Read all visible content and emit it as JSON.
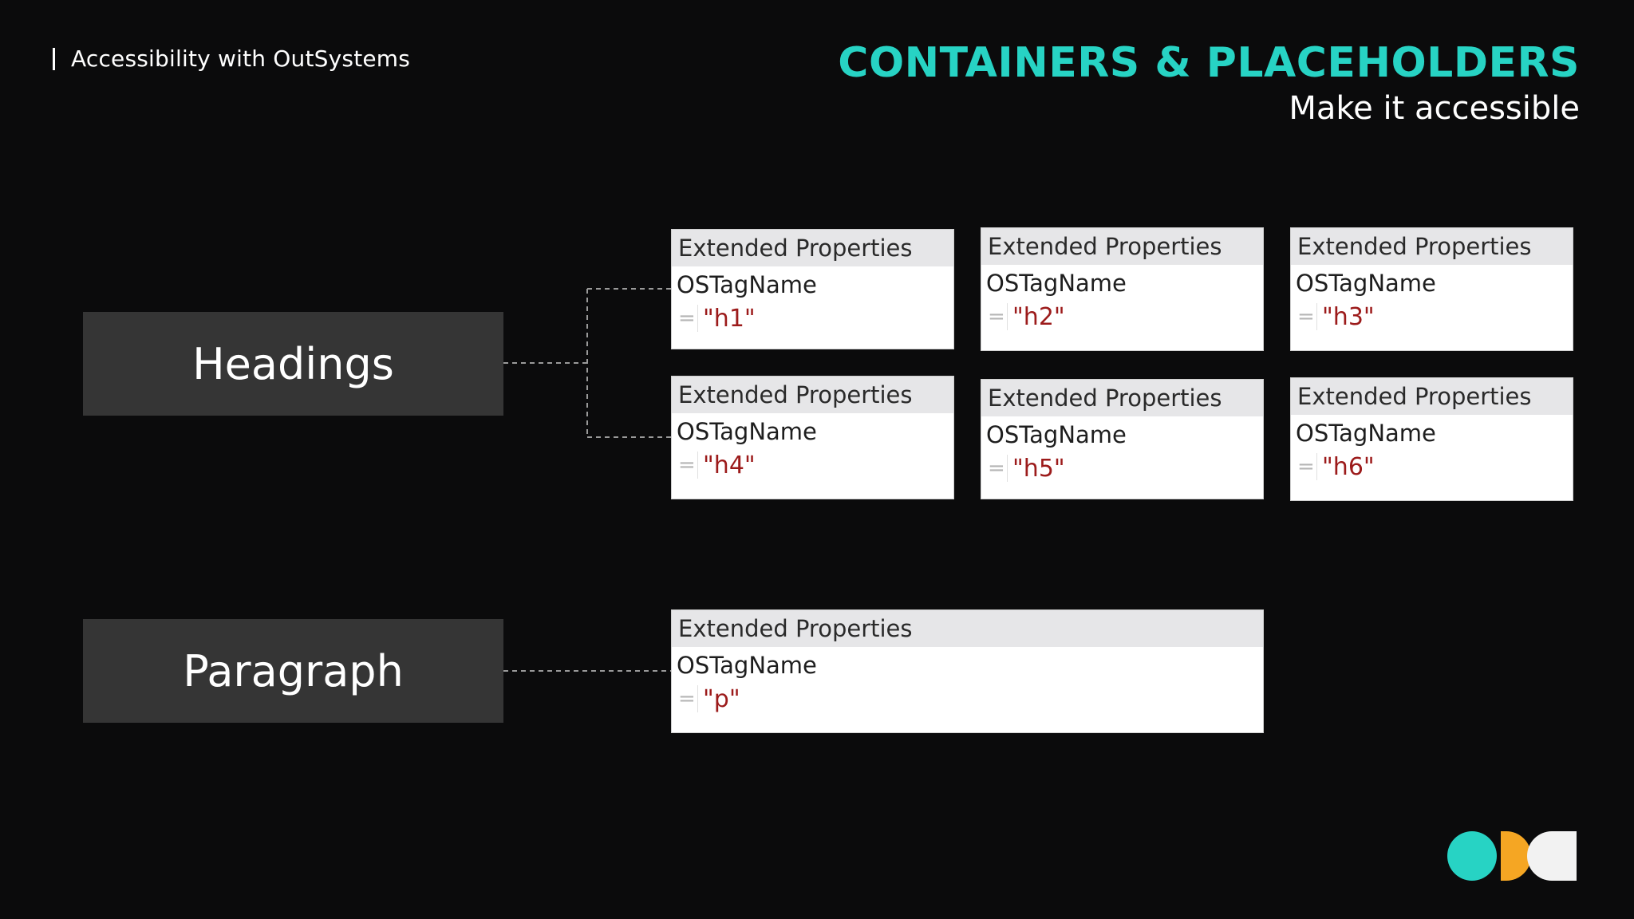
{
  "header": {
    "brand": "Accessibility with OutSystems",
    "title": "CONTAINERS & PLACEHOLDERS",
    "subtitle": "Make it accessible"
  },
  "categories": {
    "headings": "Headings",
    "paragraph": "Paragraph"
  },
  "panels": [
    {
      "header": "Extended Properties",
      "key": "OSTagName",
      "eq": "=",
      "value": "\"h1\""
    },
    {
      "header": "Extended Properties",
      "key": "OSTagName",
      "eq": "=",
      "value": "\"h2\""
    },
    {
      "header": "Extended Properties",
      "key": "OSTagName",
      "eq": "=",
      "value": "\"h3\""
    },
    {
      "header": "Extended Properties",
      "key": "OSTagName",
      "eq": "=",
      "value": "\"h4\""
    },
    {
      "header": "Extended Properties",
      "key": "OSTagName",
      "eq": "=",
      "value": "\"h5\""
    },
    {
      "header": "Extended Properties",
      "key": "OSTagName",
      "eq": "=",
      "value": "\"h6\""
    },
    {
      "header": "Extended Properties",
      "key": "OSTagName",
      "eq": "=",
      "value": "\"p\""
    }
  ],
  "colors": {
    "accent_teal": "#27d3c4",
    "value_red": "#9c1b1b",
    "logo_teal": "#27d3c4",
    "logo_orange": "#f5a623",
    "logo_white": "#f2f2f2"
  },
  "icons": {
    "logo": "outsystems-shapes-logo"
  }
}
